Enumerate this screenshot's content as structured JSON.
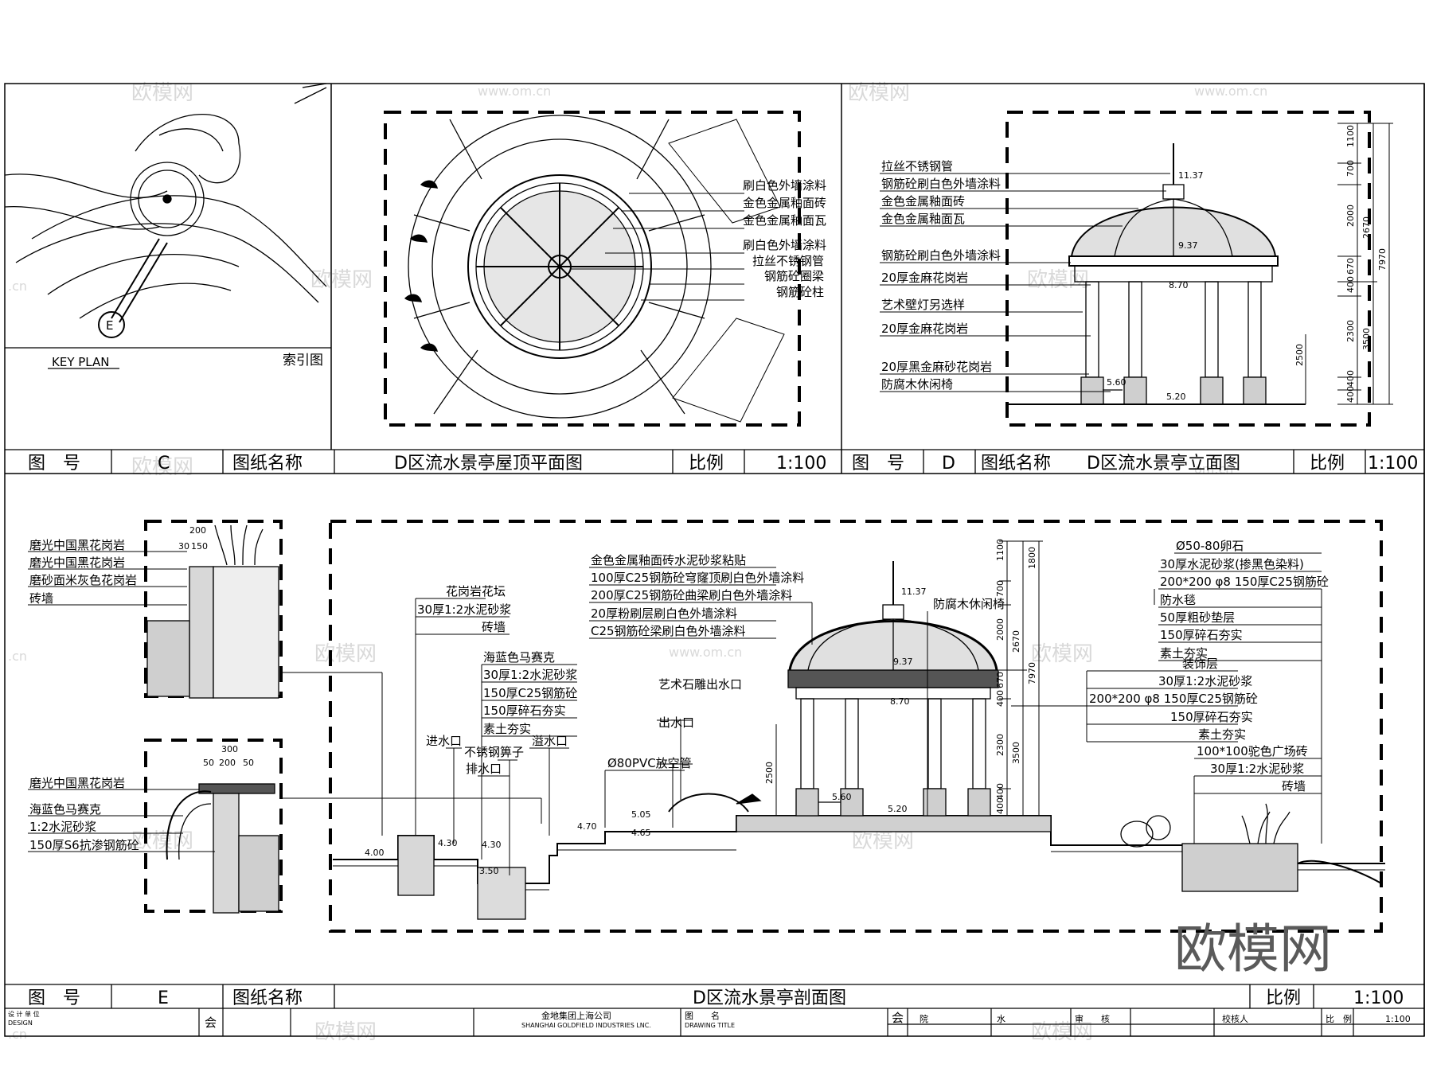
{
  "watermark": {
    "text": "欧模网",
    "url": "www.om.cn",
    "tail": "om.cn",
    "tail2": ".cn"
  },
  "brand_logo": "欧模网",
  "key_plan": {
    "label_en": "KEY PLAN",
    "label_cn": "索引图",
    "marker": "E"
  },
  "panel_c": {
    "no_label": "图　号",
    "no": "C",
    "name_label": "图纸名称",
    "title": "D区流水景亭屋顶平面图",
    "scale_label": "比例",
    "scale": "1:100",
    "notes": [
      "刷白色外墙涂料",
      "金色金属釉面砖",
      "金色金属釉面瓦",
      "刷白色外墙涂料",
      "拉丝不锈钢管",
      "钢筋砼圈梁",
      "钢筋砼柱"
    ]
  },
  "panel_d": {
    "no_label": "图　号",
    "no": "D",
    "name_label": "图纸名称",
    "title": "D区流水景亭立面图",
    "scale_label": "比例",
    "scale": "1:100",
    "notes": [
      "拉丝不锈钢管",
      "钢筋砼刷白色外墙涂料",
      "金色金属釉面砖",
      "金色金属釉面瓦",
      "钢筋砼刷白色外墙涂料",
      "20厚金麻花岗岩",
      "艺术壁灯另选样",
      "20厚金麻花岗岩",
      "20厚黑金麻砂花岗岩",
      "防腐木休闲椅"
    ],
    "levels": [
      "11.37",
      "9.37",
      "8.70",
      "5.60",
      "5.20"
    ],
    "dims": [
      "1100",
      "700",
      "2000",
      "670",
      "400",
      "2300",
      "400",
      "400",
      "2670",
      "3500",
      "7970",
      "2500"
    ]
  },
  "panel_e": {
    "no_label": "图　号",
    "no": "E",
    "name_label": "图纸名称",
    "title": "D区流水景亭剖面图",
    "scale_label": "比例",
    "scale": "1:100",
    "detail1_notes": [
      "磨光中国黑花岗岩",
      "磨光中国黑花岗岩",
      "磨砂面米灰色花岗岩",
      "砖墙"
    ],
    "detail1_dims": [
      "200",
      "30",
      "150"
    ],
    "detail2_notes": [
      "磨光中国黑花岗岩",
      "海蓝色马赛克",
      "1:2水泥砂浆",
      "150厚S6抗渗钢筋砼"
    ],
    "detail2_dims": [
      "300",
      "50",
      "200",
      "50"
    ],
    "planter_notes": [
      "花岗岩花坛",
      "30厚1:2水泥砂浆",
      "砖墙"
    ],
    "pool_notes": [
      "海蓝色马赛克",
      "30厚1:2水泥砂浆",
      "150厚C25钢筋砼",
      "150厚碎石夯实",
      "素土夯实"
    ],
    "dome_notes": [
      "金色金属釉面砖水泥砂浆粘贴",
      "100厚C25钢筋砼穹窿顶刷白色外墙涂料",
      "200厚C25钢筋砼曲梁刷白色外墙涂料",
      "20厚粉刷层刷白色外墙涂料",
      "C25钢筋砼梁刷白色外墙涂料"
    ],
    "inlet_labels": [
      "进水口",
      "不锈钢箅子",
      "排水口",
      "溢水口",
      "艺术石雕出水口",
      "出水口",
      "Ø80PVC放空管",
      "防腐木休闲椅"
    ],
    "right_notes": [
      "Ø50-80卵石",
      "30厚水泥砂浆(掺黑色染料)",
      "200*200  φ8 150厚C25钢筋砼",
      "防水毯",
      "50厚粗砂垫层",
      "150厚碎石夯实",
      "素土夯实"
    ],
    "right_notes2": [
      "装饰层",
      "30厚1:2水泥砂浆",
      "200*200  φ8 150厚C25钢筋砼",
      "150厚碎石夯实",
      "素土夯实"
    ],
    "right_notes3": [
      "100*100驼色广场砖",
      "30厚1:2水泥砂浆",
      "砖墙"
    ],
    "levels": [
      "4.00",
      "4.30",
      "4.30",
      "3.50",
      "4.70",
      "4.65",
      "5.05",
      "11.37",
      "9.37",
      "8.70",
      "5.60",
      "5.20"
    ],
    "dims": [
      "1100",
      "700",
      "2000",
      "670",
      "400",
      "2300",
      "400",
      "400",
      "1800",
      "2670",
      "3500",
      "7970",
      "2500"
    ]
  },
  "title_block": {
    "design_unit_cn": "设 计 单 位",
    "design_unit_en": "DESIGN",
    "hui": "会",
    "company_cn": "金地集团上海公司",
    "company_en": "SHANGHAI GOLDFIELD INDUSTRIES LNC.",
    "drawing_title_cn": "图　　名",
    "drawing_title_en": "DRAWING TITLE",
    "hui2": "会",
    "yuan": "院",
    "shui": "水",
    "shen_he": "审　　核",
    "jiao_he": "校核人",
    "scale_label": "比　例",
    "scale": "1:100"
  }
}
